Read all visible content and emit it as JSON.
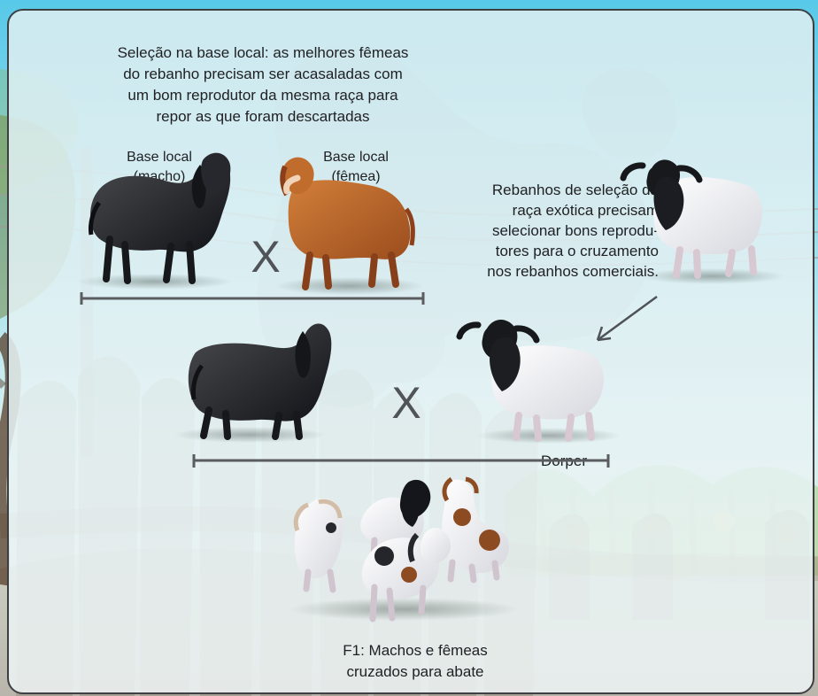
{
  "text": {
    "headline": "Seleção na base local: as melhores fêmeas\ndo rebanho precisam ser acasaladas com\num bom reprodutor da mesma raça para\nrepor as que foram descartadas",
    "base_macho": "Base local\n(macho)",
    "base_femea": "Base local\n(fêmea)",
    "selection_text": "Rebanhos de seleção da\nraça exótica precisam\nselecionar bons reprodu-\ntores para o cruzamento\nnos rebanhos comerciais.",
    "cross_one": "X",
    "cross_two": "X",
    "dorper": "Dorper",
    "f1": "F1: Machos e fêmeas\ncruzados para abate"
  }
}
